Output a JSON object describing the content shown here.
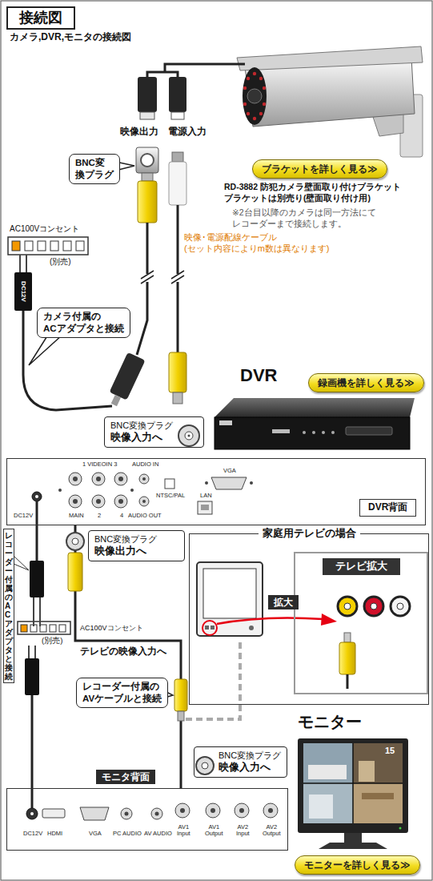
{
  "diagram": {
    "title": "接続図",
    "nodes": [
      {
        "text": [
          "BNC変換プラグ"
        ]
      },
      {
        "text": [
          "ブラケットを詳しく見る≫"
        ]
      },
      {
        "text": [
          "カメラ付属の ACアダプタと接続"
        ]
      },
      {
        "text": [
          "録画機を詳しく見る≫"
        ]
      },
      {
        "text": [
          "BNC変換プラグ",
          "映像入力へ"
        ]
      },
      {
        "text": [
          "1 VIDEOIN 3",
          "AUDIO IN",
          "VGA",
          "NTSC/PAL",
          "LAN",
          "DC12V",
          "MAIN",
          "2",
          "4",
          "AUDIO OUT"
        ]
      },
      {
        "text": [
          "DVR背面"
        ],
        "in": 5
      },
      {
        "text": [
          "レコーダー付属の ACアダプタと接続"
        ]
      },
      {
        "text": [
          "BNC変換プラグ",
          "映像出力へ"
        ]
      },
      {
        "text": [
          "家庭用テレビの場合"
        ]
      },
      {
        "text": [
          "テレビ拡大"
        ],
        "in": 9
      },
      {
        "text": [
          "拡大"
        ],
        "in": 9
      },
      {
        "text": [
          "レコーダー付属の AVケーブルと接続"
        ]
      },
      {
        "text": [
          "BNC変換プラグ",
          "映像入力へ"
        ]
      },
      {
        "text": [
          "モニタ背面"
        ]
      },
      {
        "text": [
          "DC12V",
          "HDMI",
          "VGA",
          "PC AUDIO",
          "AV AUDIO",
          "AV1 Input",
          "AV1 Output",
          "AV2 Input",
          "AV2 Output"
        ]
      },
      {
        "text": [
          "モニターを詳しく見る≫"
        ]
      }
    ],
    "edges": [
      {
        "from": 5,
        "to": 15,
        "arrow": "none"
      }
    ],
    "labels": [
      "カメラ,DVR,モニタの接続図",
      "映像出力",
      "電源入力",
      "RD-3882 防犯カメラ壁面取り付けブラケット",
      "ブラケットは別売り(壁面取り付け用)",
      "※2台目以降のカメラは同一方法にて レコーダーまで接続します。",
      "AC100Vコンセント",
      "映像･電源配線ケーブル (セット内容によりm数は異なります)",
      "(別売)",
      "DC12V",
      "DVR",
      "AC100Vコンセント",
      "(別売)",
      "テレビの映像入力へ",
      "モニター",
      "15"
    ]
  }
}
